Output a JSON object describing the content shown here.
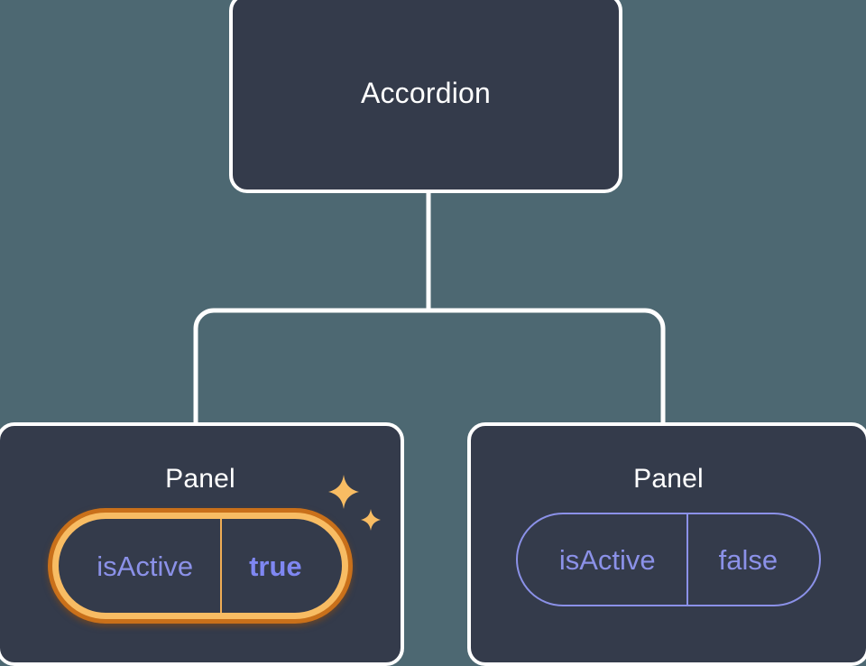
{
  "diagram": {
    "type": "component-tree",
    "background_color": "#4d6872",
    "node_fill": "#343b4b",
    "node_border": "#ffffff",
    "connector_color": "#ffffff",
    "accent_highlight": "#f8bc63",
    "accent_highlight_ring": "#c9701a",
    "prop_color": "#8b91e8",
    "value_highlight_color": "#7f87f2"
  },
  "root": {
    "label": "Accordion"
  },
  "children": [
    {
      "label": "Panel",
      "highlighted": true,
      "prop": {
        "key": "isActive",
        "value": "true"
      },
      "sparkles": [
        "sparkle-large-icon",
        "sparkle-small-icon"
      ]
    },
    {
      "label": "Panel",
      "highlighted": false,
      "prop": {
        "key": "isActive",
        "value": "false"
      }
    }
  ]
}
